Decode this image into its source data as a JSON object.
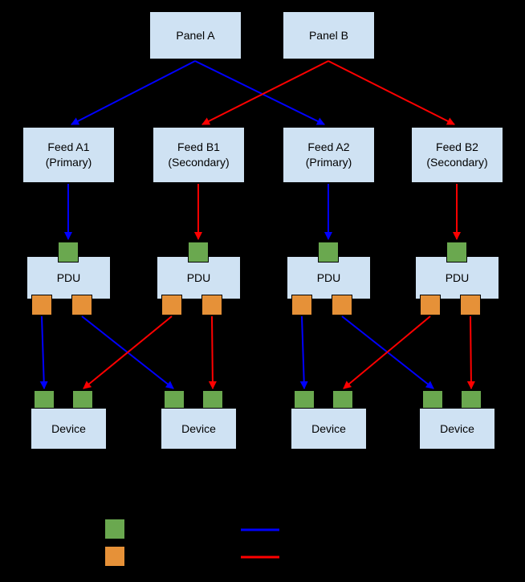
{
  "diagram": {
    "background": "#000000",
    "colors": {
      "node_fill": "#cfe2f3",
      "node_border": "#000000",
      "input_port": "#6aa84f",
      "output_port": "#e69138",
      "primary_path": "#0000ff",
      "secondary_path": "#ff0000",
      "label_text": "#000000"
    },
    "panels": [
      {
        "id": "panel-a",
        "label": "Panel A"
      },
      {
        "id": "panel-b",
        "label": "Panel B"
      }
    ],
    "feeds": [
      {
        "id": "feed-a1",
        "line1": "Feed A1",
        "line2": "(Primary)"
      },
      {
        "id": "feed-b1",
        "line1": "Feed B1",
        "line2": "(Secondary)"
      },
      {
        "id": "feed-a2",
        "line1": "Feed A2",
        "line2": "(Primary)"
      },
      {
        "id": "feed-b2",
        "line1": "Feed B2",
        "line2": "(Secondary)"
      }
    ],
    "pdus": [
      {
        "id": "pdu-1",
        "label": "PDU",
        "input_ports": 1,
        "output_ports": 2
      },
      {
        "id": "pdu-2",
        "label": "PDU",
        "input_ports": 1,
        "output_ports": 2
      },
      {
        "id": "pdu-3",
        "label": "PDU",
        "input_ports": 1,
        "output_ports": 2
      },
      {
        "id": "pdu-4",
        "label": "PDU",
        "input_ports": 1,
        "output_ports": 2
      }
    ],
    "devices": [
      {
        "id": "device-1",
        "label": "Device",
        "input_ports": 2
      },
      {
        "id": "device-2",
        "label": "Device",
        "input_ports": 2
      },
      {
        "id": "device-3",
        "label": "Device",
        "input_ports": 2
      },
      {
        "id": "device-4",
        "label": "Device",
        "input_ports": 2
      }
    ],
    "connections": [
      {
        "from": "panel-a",
        "to": "feed-a1",
        "path": "primary"
      },
      {
        "from": "panel-a",
        "to": "feed-a2",
        "path": "primary"
      },
      {
        "from": "panel-b",
        "to": "feed-b1",
        "path": "secondary"
      },
      {
        "from": "panel-b",
        "to": "feed-b2",
        "path": "secondary"
      },
      {
        "from": "feed-a1",
        "to": "pdu-1",
        "path": "primary"
      },
      {
        "from": "feed-b1",
        "to": "pdu-2",
        "path": "secondary"
      },
      {
        "from": "feed-a2",
        "to": "pdu-3",
        "path": "primary"
      },
      {
        "from": "feed-b2",
        "to": "pdu-4",
        "path": "secondary"
      },
      {
        "from": "pdu-1",
        "to": "device-1",
        "path": "primary"
      },
      {
        "from": "pdu-1",
        "to": "device-2",
        "path": "primary"
      },
      {
        "from": "pdu-2",
        "to": "device-1",
        "path": "secondary"
      },
      {
        "from": "pdu-2",
        "to": "device-2",
        "path": "secondary"
      },
      {
        "from": "pdu-3",
        "to": "device-3",
        "path": "primary"
      },
      {
        "from": "pdu-3",
        "to": "device-4",
        "path": "primary"
      },
      {
        "from": "pdu-4",
        "to": "device-3",
        "path": "secondary"
      },
      {
        "from": "pdu-4",
        "to": "device-4",
        "path": "secondary"
      }
    ],
    "legend": {
      "items": [
        {
          "swatch": "input-port-square",
          "color": "#6aa84f"
        },
        {
          "swatch": "output-port-square",
          "color": "#e69138"
        },
        {
          "swatch": "primary-line",
          "color": "#0000ff"
        },
        {
          "swatch": "secondary-line",
          "color": "#ff0000"
        }
      ]
    }
  }
}
